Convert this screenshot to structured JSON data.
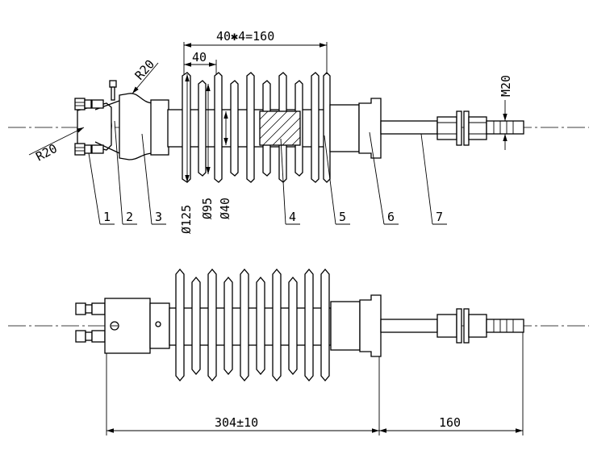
{
  "top_view": {
    "dim_pitch": "40✱4=160",
    "dim_shed_spacing": "40",
    "radius_upper": "R20",
    "radius_lower": "R20",
    "thread": "M20",
    "dia_shed_large": "Ø125",
    "dia_shed_small": "Ø95",
    "dia_core": "Ø40",
    "callouts": [
      "1",
      "2",
      "3",
      "4",
      "5",
      "6",
      "7"
    ]
  },
  "bottom_view": {
    "dim_length": "304±10",
    "dim_rod": "160"
  }
}
